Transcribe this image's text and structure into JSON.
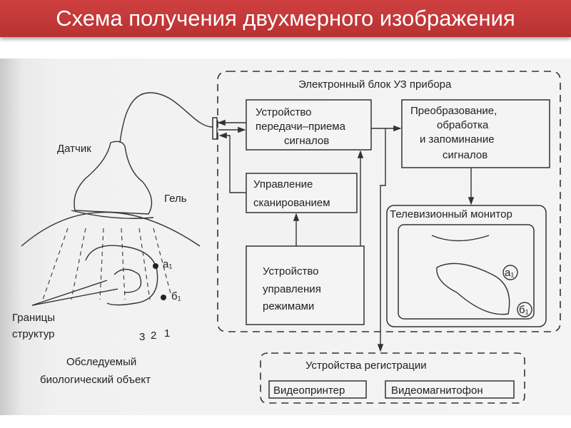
{
  "title": "Схема получения двухмерного изображения",
  "diagram": {
    "electronic_block": "Электронный блок УЗ прибора",
    "transceiver": [
      "Устройство",
      "передачи–приема",
      "сигналов"
    ],
    "processing": [
      "Преобразование,",
      "обработка",
      "и запоминание",
      "сигналов"
    ],
    "scan_control": [
      "Управление",
      "сканированием"
    ],
    "mode_control": [
      "Устройство",
      "управления",
      "режимами"
    ],
    "monitor": "Телевизионный монитор",
    "monitor_a1": "а₁",
    "monitor_b1": "б₁",
    "registration": "Устройства регистрации",
    "videoprinter": "Видеопринтер",
    "videorecorder": "Видеомагнитофон",
    "sensor": "Датчик",
    "gel": "Гель",
    "a1": "а₁",
    "b1": "б₁",
    "boundaries": [
      "Границы",
      "структур"
    ],
    "num3": "3",
    "num2": "2",
    "num1": "1",
    "object": [
      "Обследуемый",
      "биологический объект"
    ]
  }
}
